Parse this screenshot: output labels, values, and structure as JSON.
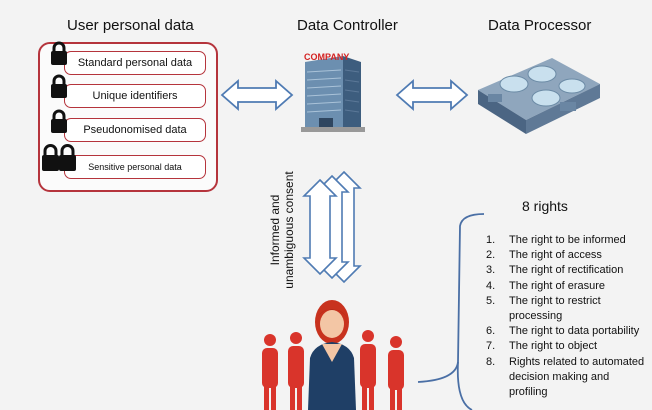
{
  "headings": {
    "user_data": "User personal data",
    "controller": "Data Controller",
    "processor": "Data Processor"
  },
  "data_items": [
    {
      "label": "Standard personal data",
      "locks": 1
    },
    {
      "label": "Unique identifiers",
      "locks": 1
    },
    {
      "label": "Pseudonomised data",
      "locks": 1
    },
    {
      "label": "Sensitive personal data",
      "locks": 2
    }
  ],
  "building_sign": "COMPANY",
  "consent_label": [
    "Informed and",
    "unambiguous consent"
  ],
  "rights": {
    "title": "8 rights",
    "items": [
      {
        "num": "1.",
        "text": "The right to be informed"
      },
      {
        "num": "2.",
        "text": "The right of access"
      },
      {
        "num": "3.",
        "text": "The right of rectification"
      },
      {
        "num": "4.",
        "text": "The right of erasure"
      },
      {
        "num": "5.",
        "text": "The right to restrict processing"
      },
      {
        "num": "6.",
        "text": "The right to data portability"
      },
      {
        "num": "7.",
        "text": "The right to object"
      },
      {
        "num": "8.",
        "text": "Rights related to automated decision making and profiling"
      }
    ]
  },
  "colors": {
    "accent_red": "#b5343c",
    "arrow_blue": "#4f7bb3",
    "bracket_blue": "#4a6fa5",
    "person_red": "#d9342b"
  },
  "icons": [
    "padlock-icon",
    "company-building-icon",
    "data-center-icon",
    "people-group-icon"
  ]
}
